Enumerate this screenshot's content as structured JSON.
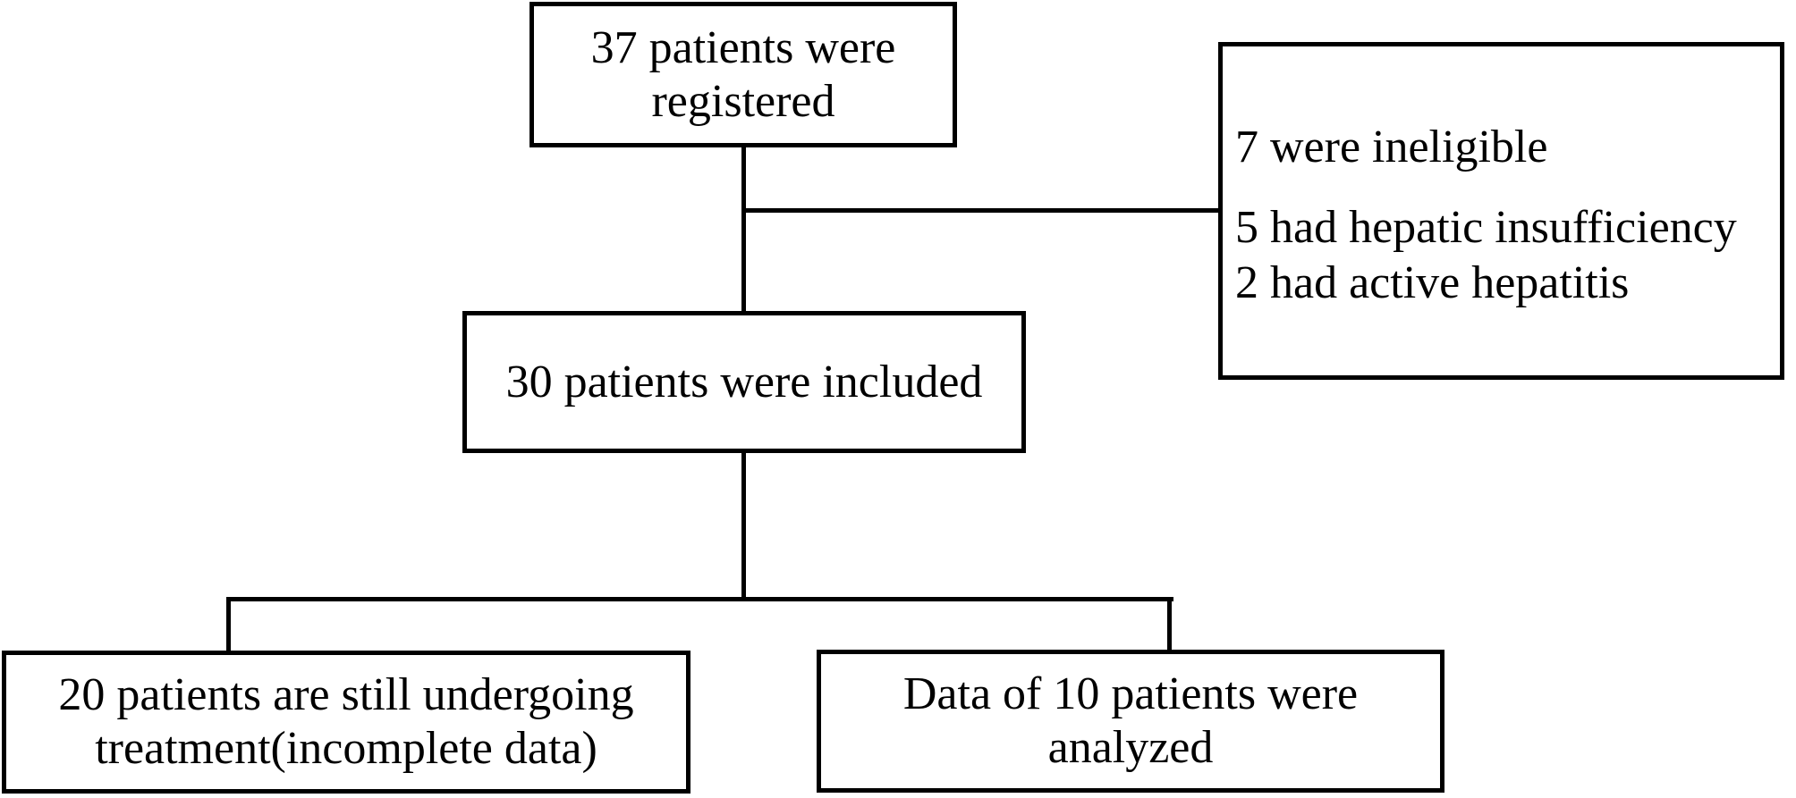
{
  "diagram": {
    "kind": "patient-flow-diagram",
    "colors": {
      "border": "#000000",
      "background": "#ffffff",
      "text": "#000000"
    },
    "boxes": {
      "registered": {
        "lines": [
          "37 patients were",
          "registered"
        ]
      },
      "excluded": {
        "lines": [
          "7 were ineligible",
          "5 had hepatic insufficiency",
          "2 had active hepatitis"
        ]
      },
      "included": {
        "text": "30 patients were included"
      },
      "undergoing": {
        "lines": [
          "20 patients are still undergoing",
          "treatment(incomplete data)"
        ]
      },
      "analyzed": {
        "lines": [
          "Data of 10 patients were",
          "analyzed"
        ]
      }
    }
  }
}
